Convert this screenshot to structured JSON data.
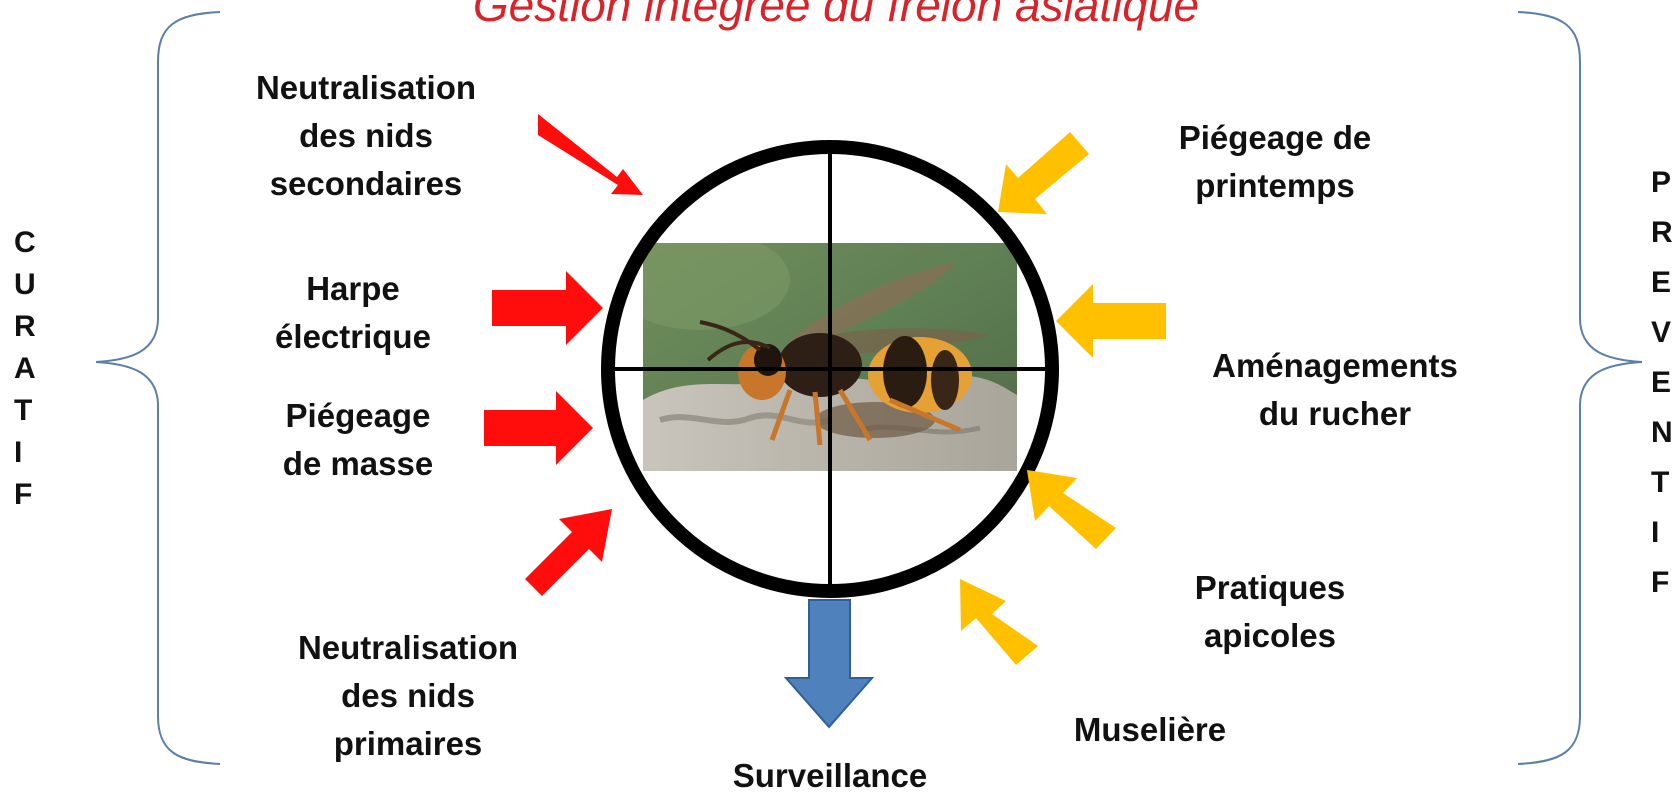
{
  "title": "Gestion intégrée du frelon asiatique",
  "sides": {
    "left": "CURATIF",
    "right": "PREVENTIF"
  },
  "labels": {
    "neutralisation_secondaires": [
      "Neutralisation",
      "des nids",
      "secondaires"
    ],
    "harpe": [
      "Harpe",
      "électrique"
    ],
    "piegeage_masse": [
      "Piégeage",
      "de masse"
    ],
    "neutralisation_primaires": [
      "Neutralisation",
      "des nids",
      "primaires"
    ],
    "piegeage_printemps": [
      "Piégeage de",
      "printemps"
    ],
    "amenagements": [
      "Aménagements",
      "du rucher"
    ],
    "pratiques": [
      "Pratiques",
      "apicoles"
    ],
    "museliere": "Muselière",
    "surveillance": "Surveillance"
  },
  "colors": {
    "curative_arrow": "#ff0d0d",
    "preventive_arrow": "#ffc000",
    "surveillance_arrow": "#4f81bd",
    "brace": "#5a7fa8",
    "title": "#d8232a"
  },
  "image": {
    "subject": "asian-hornet-photo"
  }
}
